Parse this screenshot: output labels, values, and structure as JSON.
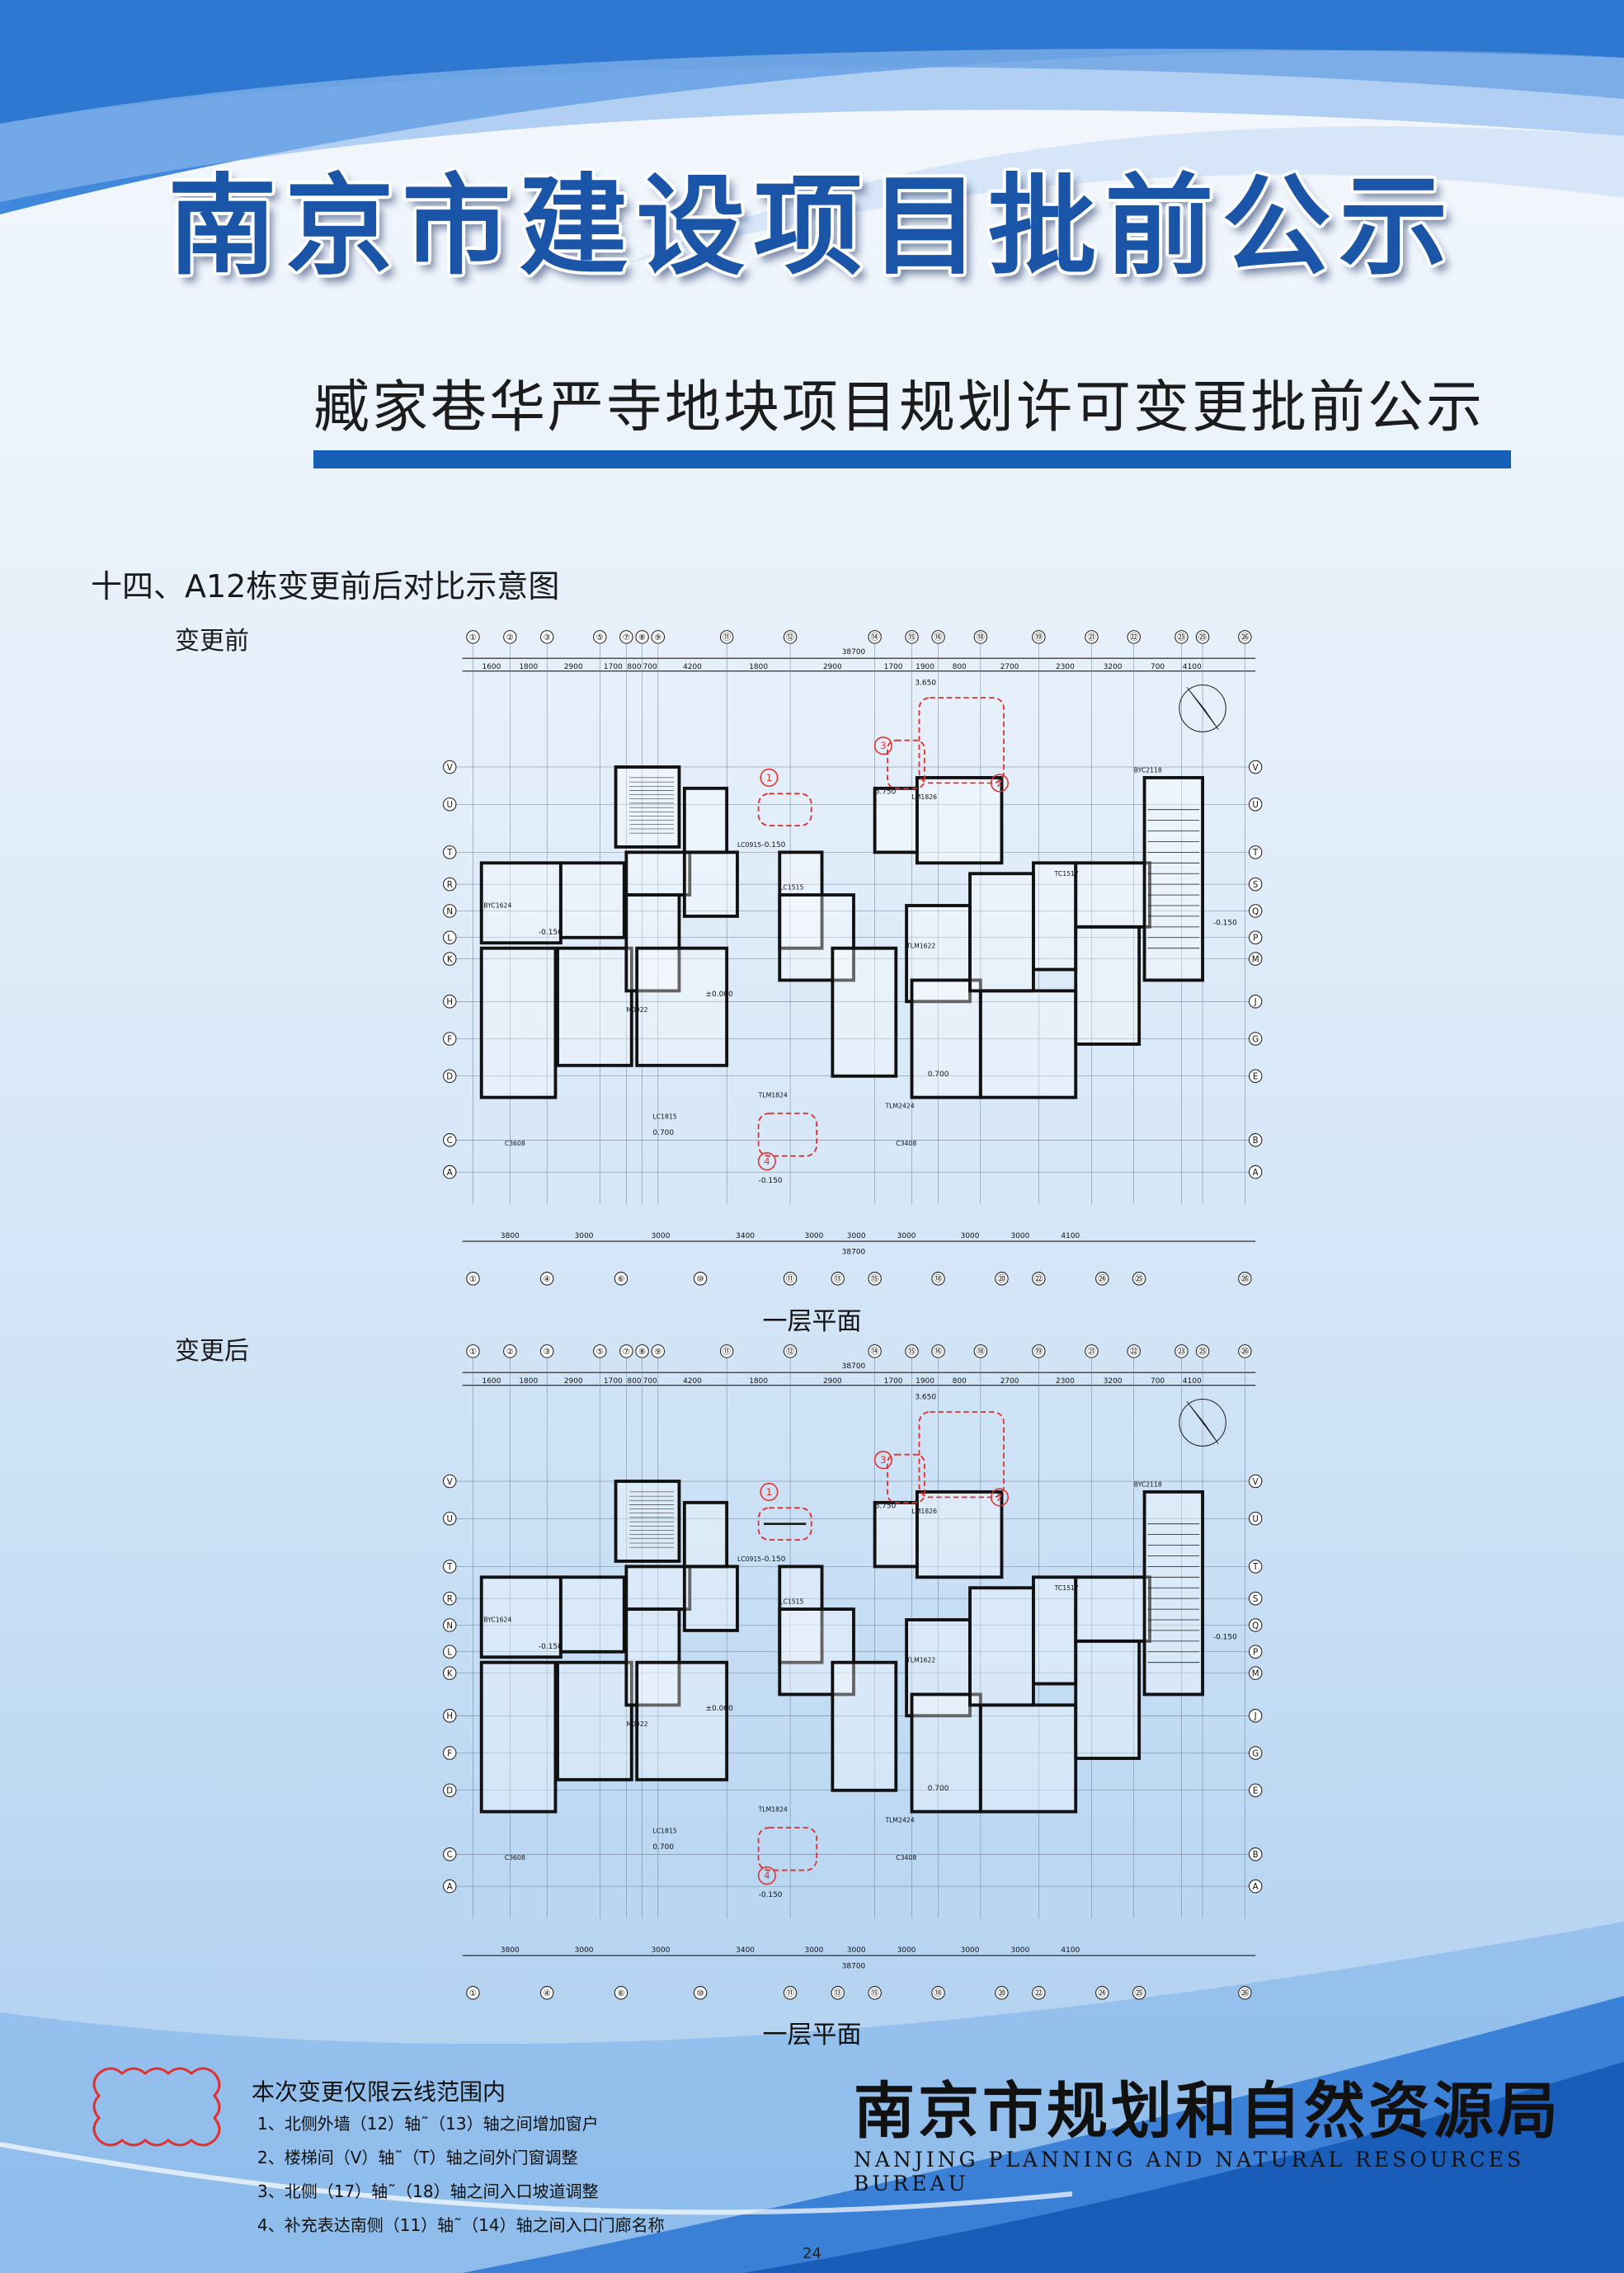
{
  "header": {
    "main_title": "南京市建设项目批前公示",
    "subtitle": "臧家巷华严寺地块项目规划许可变更批前公示"
  },
  "section": {
    "heading": "十四、A12栋变更前后对比示意图",
    "before_label": "变更前",
    "after_label": "变更后"
  },
  "plan": {
    "title": "一层平面",
    "total_dim": "38700",
    "top_axes": [
      "①",
      "②",
      "③",
      "⑤",
      "⑦",
      "⑧",
      "⑨",
      "⑪",
      "⑫",
      "⑭",
      "⑮",
      "⑯",
      "⑱",
      "⑲",
      "㉑",
      "㉒",
      "㉓",
      "㉕",
      "㉖"
    ],
    "top_dims": [
      "1600",
      "1800",
      "2900",
      "1700",
      "800",
      "700",
      "4200",
      "1800",
      "2900",
      "1700",
      "1900",
      "800",
      "2700",
      "2300",
      "3200",
      "700",
      "4100"
    ],
    "bottom_axes": [
      "①",
      "④",
      "⑥",
      "⑩",
      "⑪",
      "⑬",
      "⑮",
      "⑱",
      "⑳",
      "㉒",
      "㉔",
      "㉕",
      "㉖"
    ],
    "bottom_dims": [
      "3800",
      "3000",
      "3000",
      "3400",
      "3000",
      "3000",
      "3000",
      "3000",
      "3000",
      "4100"
    ],
    "right_axes": [
      "V",
      "U",
      "T",
      "S",
      "Q",
      "P",
      "M",
      "J",
      "G",
      "E",
      "B",
      "A"
    ],
    "left_axes": [
      "V",
      "U",
      "T",
      "R",
      "N",
      "L",
      "K",
      "H",
      "F",
      "D",
      "C",
      "A"
    ],
    "cloud_numbers": [
      "1",
      "2",
      "3",
      "4"
    ],
    "levels": {
      "entry": "-0.150",
      "floor": "±0.000",
      "roof": "3.650",
      "court": "0.700",
      "top": "6.750"
    },
    "room_tags": [
      "LC1815",
      "LC1515",
      "TLM1824",
      "TLM2424",
      "LM1826",
      "BYC2118",
      "TLM1622",
      "M0922",
      "C3608",
      "C3408",
      "BYC1624",
      "LC0915",
      "TC1517"
    ]
  },
  "legend": {
    "cloud_text": "本次变更仅限云线范围内",
    "notes": [
      "1、北侧外墙（12）轴˜（13）轴之间增加窗户",
      "2、楼梯间（V）轴˜（T）轴之间外门窗调整",
      "3、北侧（17）轴˜（18）轴之间入口坡道调整",
      "4、补充表达南侧（11）轴˜（14）轴之间入口门廊名称"
    ]
  },
  "footer": {
    "bureau_cn": "南京市规划和自然资源局",
    "bureau_en": "NANJING PLANNING AND NATURAL RESOURCES BUREAU",
    "page_number": "24"
  },
  "colors": {
    "accent": "#1660b8",
    "title_blue": "#1b55a8",
    "cloud_red": "#e03030"
  }
}
